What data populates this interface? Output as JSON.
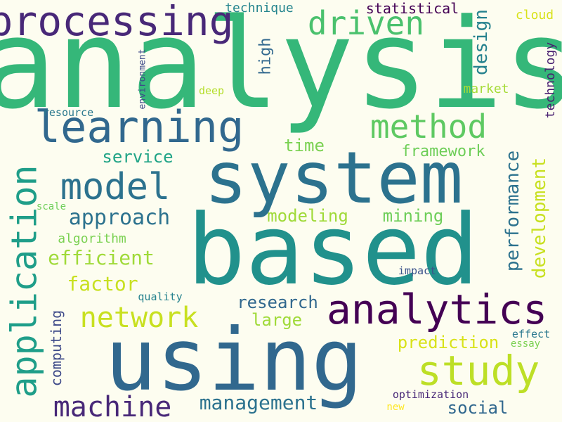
{
  "cloud": {
    "words": [
      {
        "text": "analysis",
        "color": "#35b779",
        "vertical": false
      },
      {
        "text": "system",
        "color": "#2c728e",
        "vertical": false
      },
      {
        "text": "based",
        "color": "#21918c",
        "vertical": false
      },
      {
        "text": "using",
        "color": "#31688e",
        "vertical": false
      },
      {
        "text": "learning",
        "color": "#31688e",
        "vertical": false
      },
      {
        "text": "processing",
        "color": "#482878",
        "vertical": false
      },
      {
        "text": "analytics",
        "color": "#440154",
        "vertical": false
      },
      {
        "text": "application",
        "color": "#1f9e89",
        "vertical": true
      },
      {
        "text": "study",
        "color": "#bddf26",
        "vertical": false
      },
      {
        "text": "model",
        "color": "#2c728e",
        "vertical": false
      },
      {
        "text": "machine",
        "color": "#482878",
        "vertical": false
      },
      {
        "text": "driven",
        "color": "#4ac16d",
        "vertical": false
      },
      {
        "text": "method",
        "color": "#5ec962",
        "vertical": false
      },
      {
        "text": "network",
        "color": "#c8e020",
        "vertical": false
      },
      {
        "text": "approach",
        "color": "#2c728e",
        "vertical": false
      },
      {
        "text": "efficient",
        "color": "#a0da39",
        "vertical": false
      },
      {
        "text": "development",
        "color": "#c8e020",
        "vertical": true
      },
      {
        "text": "performance",
        "color": "#2c728e",
        "vertical": true
      },
      {
        "text": "design",
        "color": "#26828e",
        "vertical": true
      },
      {
        "text": "management",
        "color": "#2c728e",
        "vertical": false
      },
      {
        "text": "factor",
        "color": "#c8e020",
        "vertical": false
      },
      {
        "text": "modeling",
        "color": "#a0da39",
        "vertical": false
      },
      {
        "text": "mining",
        "color": "#6ece58",
        "vertical": false
      },
      {
        "text": "research",
        "color": "#31688e",
        "vertical": false
      },
      {
        "text": "prediction",
        "color": "#d8e219",
        "vertical": false
      },
      {
        "text": "social",
        "color": "#31688e",
        "vertical": false
      },
      {
        "text": "service",
        "color": "#20a486",
        "vertical": false
      },
      {
        "text": "framework",
        "color": "#6ece58",
        "vertical": false
      },
      {
        "text": "high",
        "color": "#31688e",
        "vertical": true
      },
      {
        "text": "time",
        "color": "#7ad151",
        "vertical": false
      },
      {
        "text": "large",
        "color": "#a0da39",
        "vertical": false
      },
      {
        "text": "computing",
        "color": "#3e4a89",
        "vertical": true
      },
      {
        "text": "technique",
        "color": "#25858e",
        "vertical": false
      },
      {
        "text": "statistical",
        "color": "#440154",
        "vertical": false
      },
      {
        "text": "cloud",
        "color": "#d8e219",
        "vertical": false
      },
      {
        "text": "technology",
        "color": "#481f70",
        "vertical": true
      },
      {
        "text": "market",
        "color": "#a5db36",
        "vertical": false
      },
      {
        "text": "algorithm",
        "color": "#7ad151",
        "vertical": false
      },
      {
        "text": "optimization",
        "color": "#482878",
        "vertical": false
      },
      {
        "text": "resource",
        "color": "#2a788e",
        "vertical": false
      },
      {
        "text": "environment",
        "color": "#3e4a89",
        "vertical": true
      },
      {
        "text": "deep",
        "color": "#b5de2b",
        "vertical": false
      },
      {
        "text": "quality",
        "color": "#26828e",
        "vertical": false
      },
      {
        "text": "impact",
        "color": "#3b528b",
        "vertical": false
      },
      {
        "text": "effect",
        "color": "#2a788e",
        "vertical": false
      },
      {
        "text": "essay",
        "color": "#7ad151",
        "vertical": false
      },
      {
        "text": "scale",
        "color": "#6ece58",
        "vertical": false
      },
      {
        "text": "new",
        "color": "#fde725",
        "vertical": false
      }
    ]
  }
}
